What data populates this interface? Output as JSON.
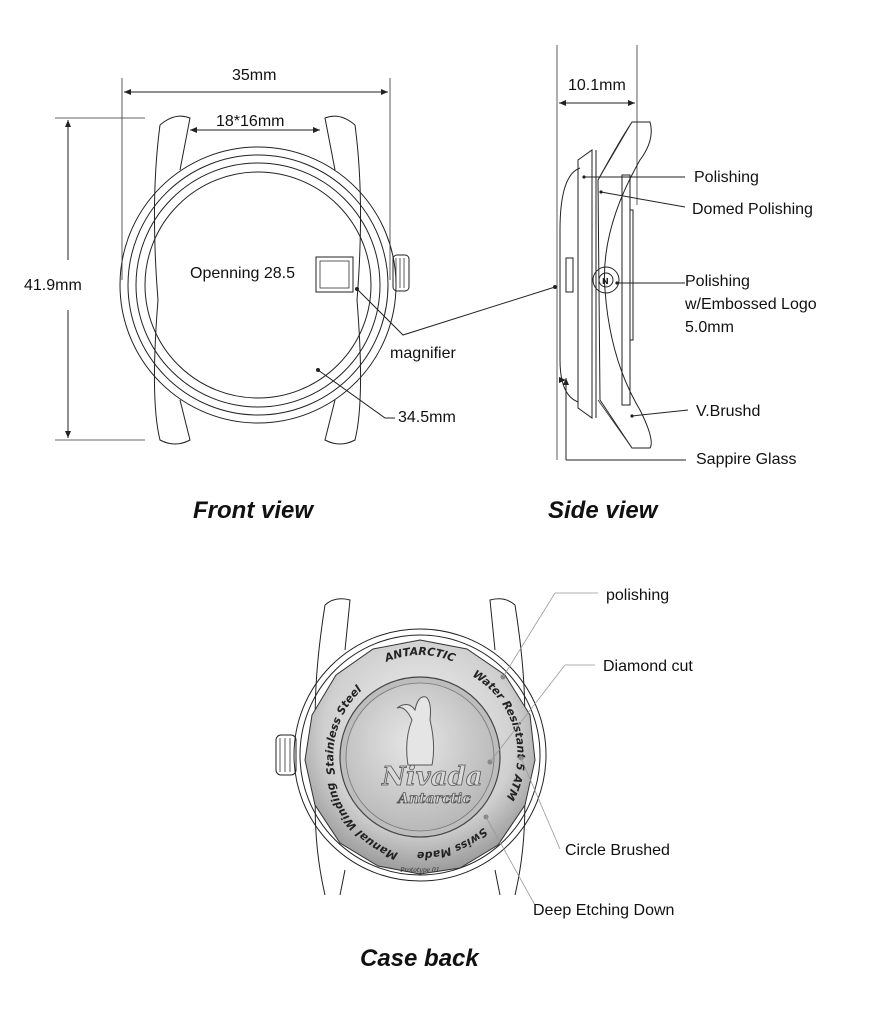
{
  "front_view": {
    "title": "Front view",
    "width_dim": "35mm",
    "lug_dim": "18*16mm",
    "height_dim": "41.9mm",
    "opening": "Openning 28.5",
    "magnifier": "magnifier",
    "bezel_dim": "34.5mm"
  },
  "side_view": {
    "title": "Side view",
    "thickness_dim": "10.1mm",
    "callouts": [
      "Polishing",
      "Domed Polishing",
      "Polishing",
      "w/Embossed Logo",
      "5.0mm",
      "V.Brushd",
      "Sappire Glass"
    ]
  },
  "case_back": {
    "title": "Case back",
    "callouts": [
      "polishing",
      "Diamond cut",
      "Circle Brushed",
      "Deep Etching Down"
    ],
    "engraving": {
      "top": "ANTARCTIC",
      "left": "Stainless Steel",
      "right": "Water Resistant 5 ATM",
      "bottom_right": "Swiss Made",
      "bottom_left": "Manual Winding",
      "brand": "Nivada",
      "sub_brand": "Antarctic",
      "prototype": "Prototype 01"
    }
  }
}
